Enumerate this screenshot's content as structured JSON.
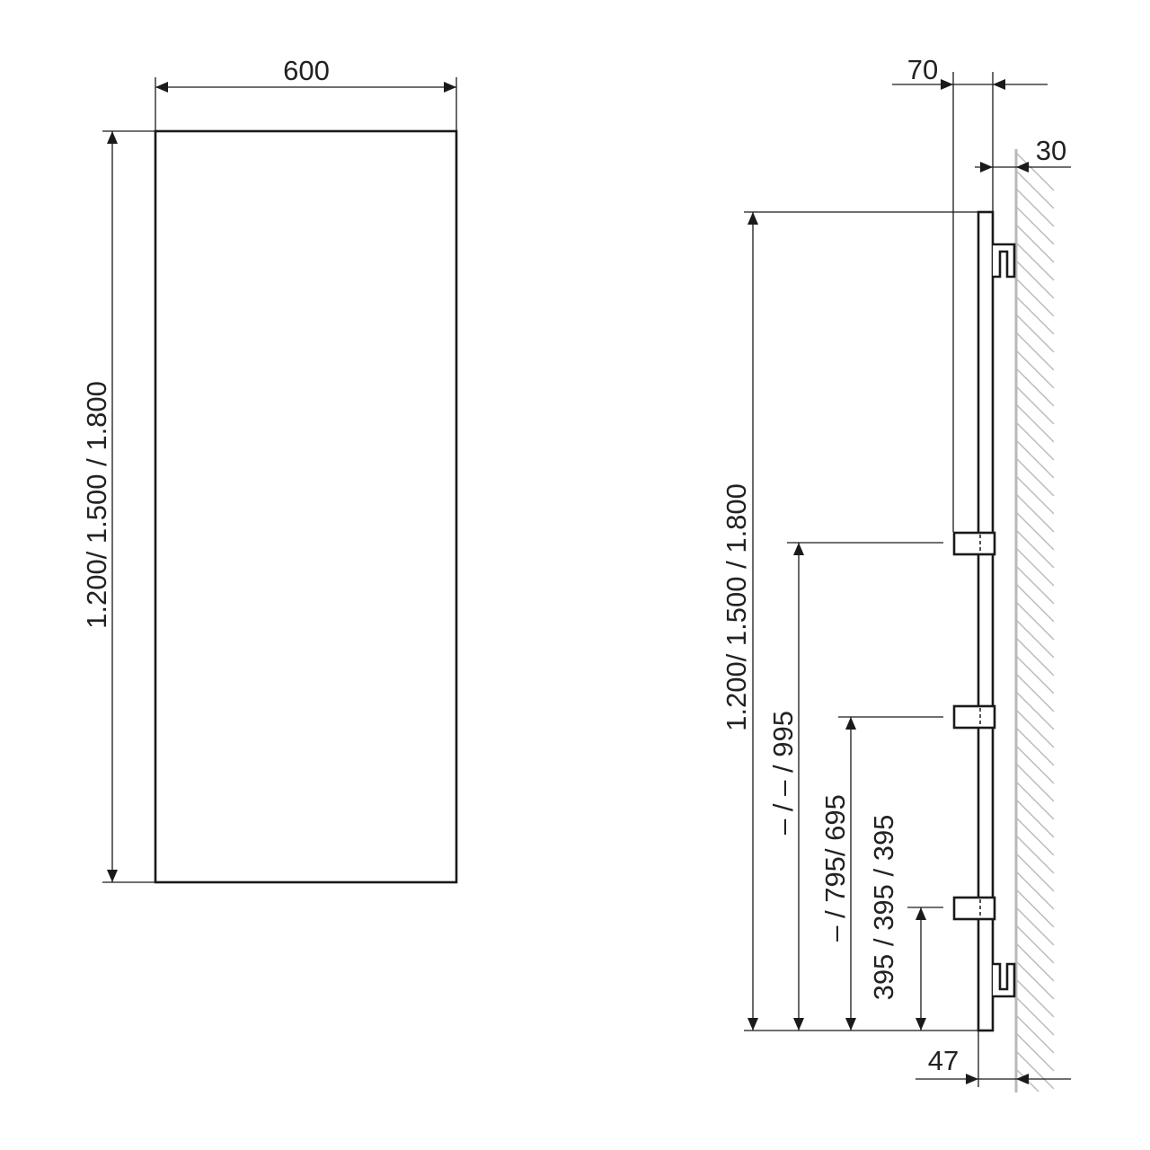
{
  "front_view": {
    "width_label": "600",
    "height_label": "1.200/ 1.500 / 1.800"
  },
  "side_view": {
    "depth_label": "70",
    "wall_gap_label": "30",
    "bottom_offset_label": "47",
    "total_height_label": "1.200/ 1.500 / 1.800",
    "bracket_heights": [
      {
        "label": "– / – / 995"
      },
      {
        "label": "– / 795/ 695"
      },
      {
        "label": "395 / 395 / 395"
      }
    ]
  },
  "colors": {
    "line": "#1a1a1a",
    "wall": "#b9b9b9",
    "text": "#222222",
    "background": "#ffffff"
  }
}
